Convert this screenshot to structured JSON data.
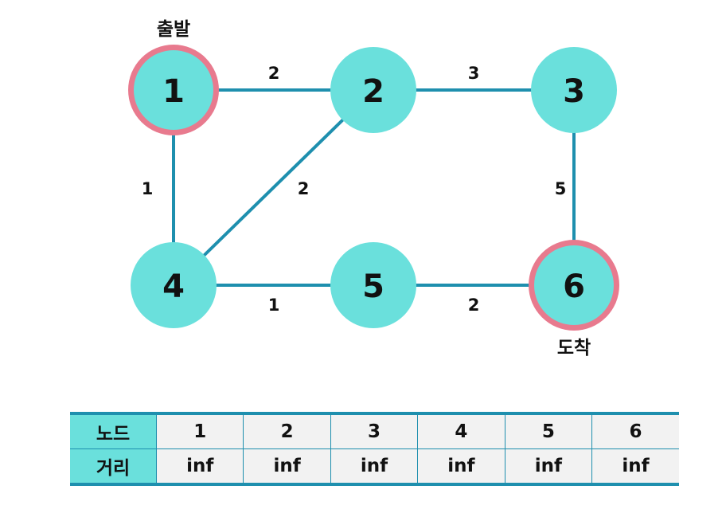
{
  "diagram": {
    "nodes": [
      {
        "id": "1",
        "label": "1"
      },
      {
        "id": "2",
        "label": "2"
      },
      {
        "id": "3",
        "label": "3"
      },
      {
        "id": "4",
        "label": "4"
      },
      {
        "id": "5",
        "label": "5"
      },
      {
        "id": "6",
        "label": "6"
      }
    ],
    "edges": [
      {
        "from": "1",
        "to": "2",
        "weight": "2"
      },
      {
        "from": "2",
        "to": "3",
        "weight": "3"
      },
      {
        "from": "1",
        "to": "4",
        "weight": "1"
      },
      {
        "from": "2",
        "to": "4",
        "weight": "2"
      },
      {
        "from": "3",
        "to": "6",
        "weight": "5"
      },
      {
        "from": "4",
        "to": "5",
        "weight": "1"
      },
      {
        "from": "5",
        "to": "6",
        "weight": "2"
      }
    ],
    "start": {
      "node": "1",
      "label": "출발"
    },
    "end": {
      "node": "6",
      "label": "도착"
    },
    "colors": {
      "node_fill": "#6ae0dc",
      "edge": "#1e8fae",
      "highlight_ring": "#e87a8e"
    }
  },
  "table": {
    "row1_header": "노드",
    "row2_header": "거리",
    "nodes": [
      "1",
      "2",
      "3",
      "4",
      "5",
      "6"
    ],
    "distances": [
      "inf",
      "inf",
      "inf",
      "inf",
      "inf",
      "inf"
    ]
  }
}
